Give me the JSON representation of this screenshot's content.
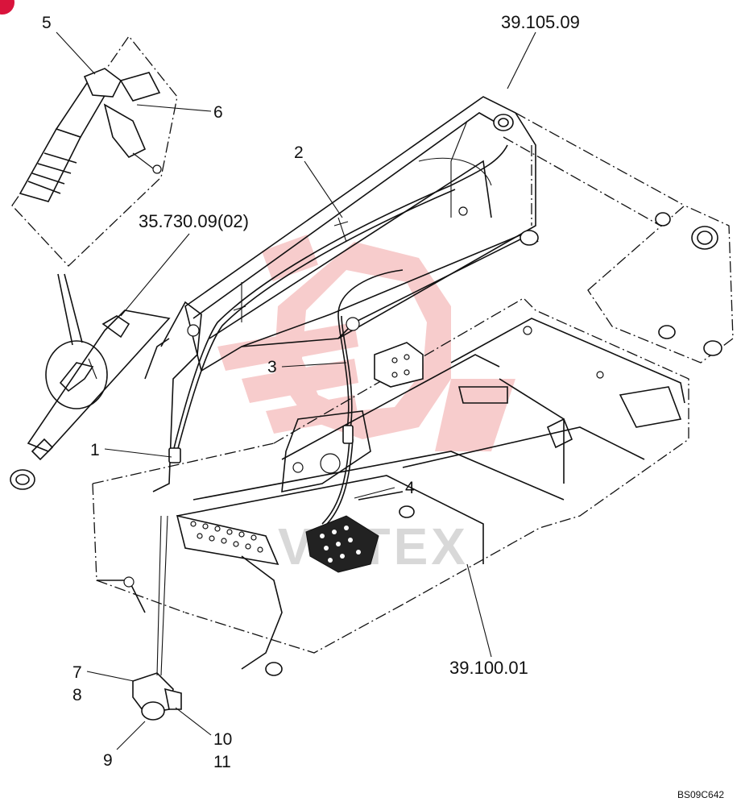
{
  "callouts": {
    "c1": "1",
    "c2": "2",
    "c3": "3",
    "c4": "4",
    "c5": "5",
    "c6": "6",
    "c7": "7",
    "c8": "8",
    "c9": "9",
    "c10": "10",
    "c11": "11"
  },
  "references": {
    "boom": "39.105.09",
    "frame": "39.100.01",
    "cylinder": "35.730.09(02)"
  },
  "drawing_code": "BS09C642",
  "watermark": "VOTEX",
  "colors": {
    "line": "#111111",
    "watermark_red": "#e34040",
    "badge_red": "#d9143c"
  }
}
